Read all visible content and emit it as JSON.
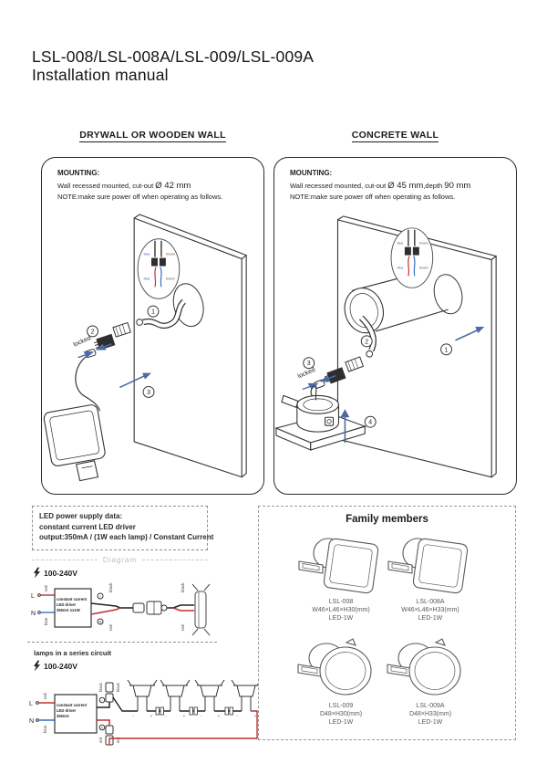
{
  "title": {
    "line1": "LSL-008/LSL-008A/LSL-009/LSL-009A",
    "line2": "Installation manual"
  },
  "drywall": {
    "heading": "DRYWALL OR WOODEN WALL",
    "mounting_label": "MOUNTING:",
    "spec_text": "Wall recessed mounted, cut-out",
    "spec_value": "Ø 42 mm",
    "note": "NOTE:make sure power off when operating as follows.",
    "locked_label": "locked",
    "steps": [
      "1",
      "2",
      "3"
    ],
    "bubble": {
      "blue": "blue",
      "brown": "brown"
    }
  },
  "concrete": {
    "heading": "CONCRETE WALL",
    "mounting_label": "MOUNTING:",
    "spec_text": "Wall recessed mounted, cut-out",
    "spec_value": "Ø 45 mm",
    "spec_extra_text": ",depth",
    "spec_extra_value": "90 mm",
    "note": "NOTE:make sure power off when operating as follows.",
    "locked_label": "locked",
    "steps": [
      "1",
      "2",
      "3",
      "4"
    ],
    "bubble": {
      "blue": "blue",
      "brown": "brown"
    }
  },
  "power": {
    "box_line1": "LED power supply data:",
    "box_line2": "constant current LED driver",
    "box_line3": "output:350mA / (1W each lamp) / Constant Current",
    "diagram_label": "Diagram",
    "voltage": "100-240V",
    "series_title": "lamps in a series circuit",
    "terminal_l": "L",
    "terminal_n": "N",
    "wire_red": "red",
    "wire_blue": "blue",
    "wire_black": "black",
    "minus": "-",
    "plus": "+",
    "driver1": {
      "l1": "constant current",
      "l2": "LED driver",
      "l3": "350mA 1x1W"
    },
    "driver2": {
      "l1": "constant current",
      "l2": "LED driver",
      "l3": "350mA"
    }
  },
  "family": {
    "title": "Family members",
    "products": [
      {
        "name": "LSL-008",
        "size": "W46×L46×H30(mm)",
        "led": "LED-1W"
      },
      {
        "name": "LSL-008A",
        "size": "W46×L46×H33(mm)",
        "led": "LED-1W"
      },
      {
        "name": "LSL-009",
        "size": "D48×H30(mm)",
        "led": "LED-1W"
      },
      {
        "name": "LSL-009A",
        "size": "D48×H33(mm)",
        "led": "LED-1W"
      }
    ]
  },
  "colors": {
    "line": "#333333",
    "wire_red": "#c03030",
    "wire_blue": "#3a6bc4",
    "arrow_blue": "#4a6aa5",
    "muted_gray": "#bcbcbc"
  }
}
